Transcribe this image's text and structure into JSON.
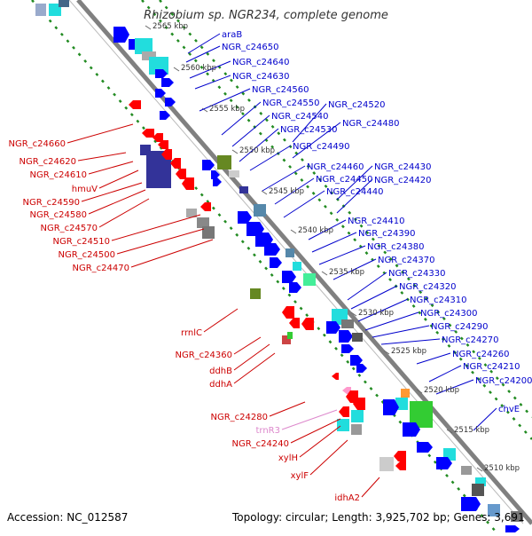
{
  "title": "Rhizobium sp. NGR234, complete genome",
  "footer": {
    "accession": "Accession: NC_012587",
    "topology": "Topology: circular; Length: 3,925,702 bp; Genes: 3,691"
  },
  "colors": {
    "backbone": "#808080",
    "dotted_track": "#228B22",
    "forward_label": "#0000CC",
    "reverse_label": "#CC0000",
    "rrna_label": "#DD88CC",
    "tick_label": "#333333",
    "cds_blue": "#0000FF",
    "cds_red": "#FF0000",
    "cds_cyan": "#22DDDD",
    "cds_darkblue": "#333399",
    "cds_olive": "#668822",
    "cds_gray": "#777777",
    "cds_green": "#33CC33"
  },
  "ticks": [
    "2565 kbp",
    "2560 kbp",
    "2555 kbp",
    "2550 kbp",
    "2545 kbp",
    "2540 kbp",
    "2535 kbp",
    "2530 kbp",
    "2525 kbp",
    "2520 kbp",
    "2515 kbp",
    "2510 kbp"
  ],
  "forward_labels": [
    "araB",
    "NGR_c24650",
    "NGR_c24640",
    "NGR_c24630",
    "NGR_c24560",
    "NGR_c24550",
    "NGR_c24520",
    "NGR_c24540",
    "NGR_c24480",
    "NGR_c24530",
    "NGR_c24490",
    "NGR_c24460",
    "NGR_c24430",
    "NGR_c24450",
    "NGR_c24420",
    "NGR_c24440",
    "NGR_c24410",
    "NGR_c24390",
    "NGR_c24380",
    "NGR_c24370",
    "NGR_c24330",
    "NGR_c24320",
    "NGR_c24310",
    "NGR_c24300",
    "NGR_c24290",
    "NGR_c24270",
    "NGR_c24260",
    "NGR_c24210",
    "NGR_c24200",
    "chvE"
  ],
  "reverse_labels": [
    "NGR_c24660",
    "NGR_c24620",
    "NGR_c24610",
    "hmuV",
    "NGR_c24590",
    "NGR_c24580",
    "NGR_c24570",
    "NGR_c24510",
    "NGR_c24500",
    "NGR_c24470",
    "rrnlC",
    "NGR_c24360",
    "ddhB",
    "ddhA",
    "NGR_c24280",
    "trnR3",
    "NGR_c24240",
    "xylH",
    "xylF",
    "idhA2"
  ]
}
